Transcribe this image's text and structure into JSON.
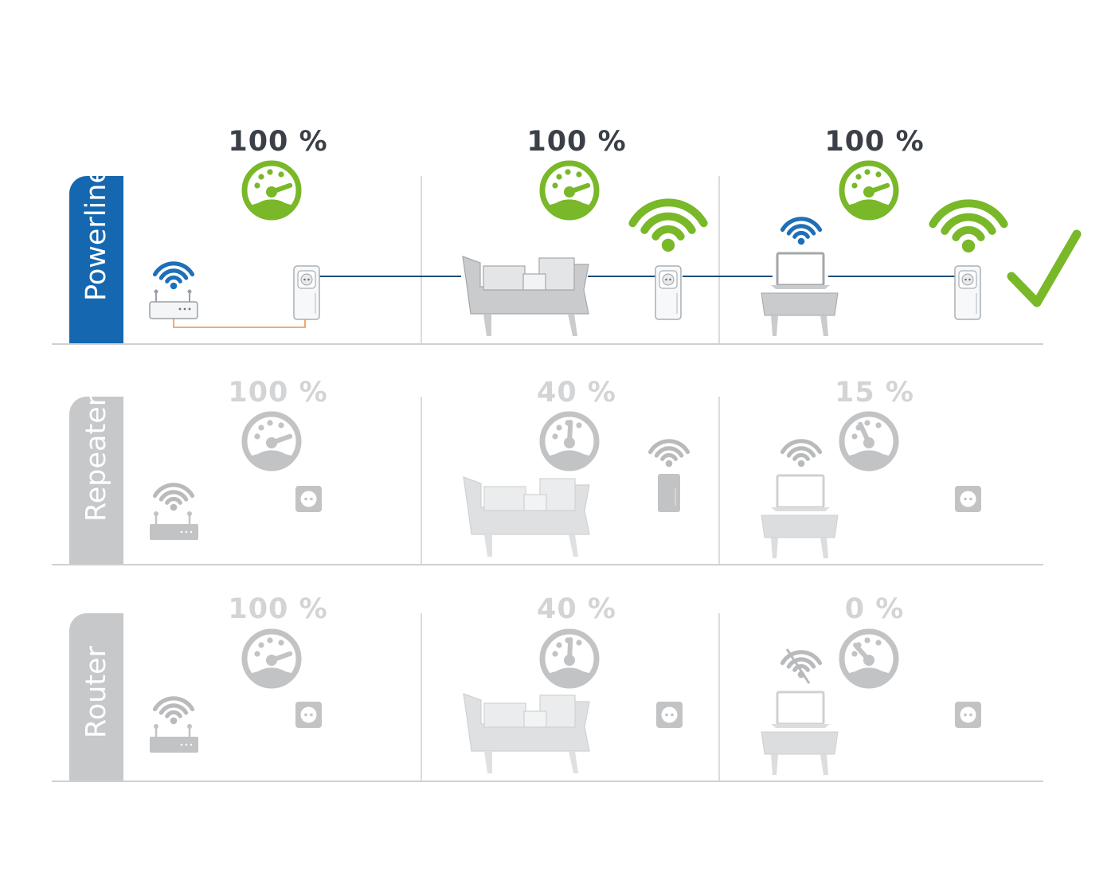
{
  "colors": {
    "active_tab": "#1568b0",
    "inactive_tab": "#c7c8ca",
    "active_text": "#3b4048",
    "inactive_text": "#d3d4d6",
    "green": "#79b828",
    "blue_wifi": "#1e6fb8",
    "gray_icon": "#c2c3c5",
    "line": "#cfd0d2",
    "cable": "#1f4e79",
    "orange_cable": "#f0a060"
  },
  "rows": [
    {
      "label": "Powerline",
      "active": true,
      "cells": [
        {
          "percent": "100 %",
          "level": 1.0
        },
        {
          "percent": "100 %",
          "level": 1.0
        },
        {
          "percent": "100 %",
          "level": 1.0
        }
      ],
      "check_icon": "check-mark-icon"
    },
    {
      "label": "Repeater",
      "active": false,
      "cells": [
        {
          "percent": "100 %",
          "level": 1.0
        },
        {
          "percent": "40 %",
          "level": 0.4
        },
        {
          "percent": "15 %",
          "level": 0.15
        }
      ]
    },
    {
      "label": "Router",
      "active": false,
      "cells": [
        {
          "percent": "100 %",
          "level": 1.0
        },
        {
          "percent": "40 %",
          "level": 0.4
        },
        {
          "percent": "0 %",
          "level": 0.0
        }
      ]
    }
  ]
}
